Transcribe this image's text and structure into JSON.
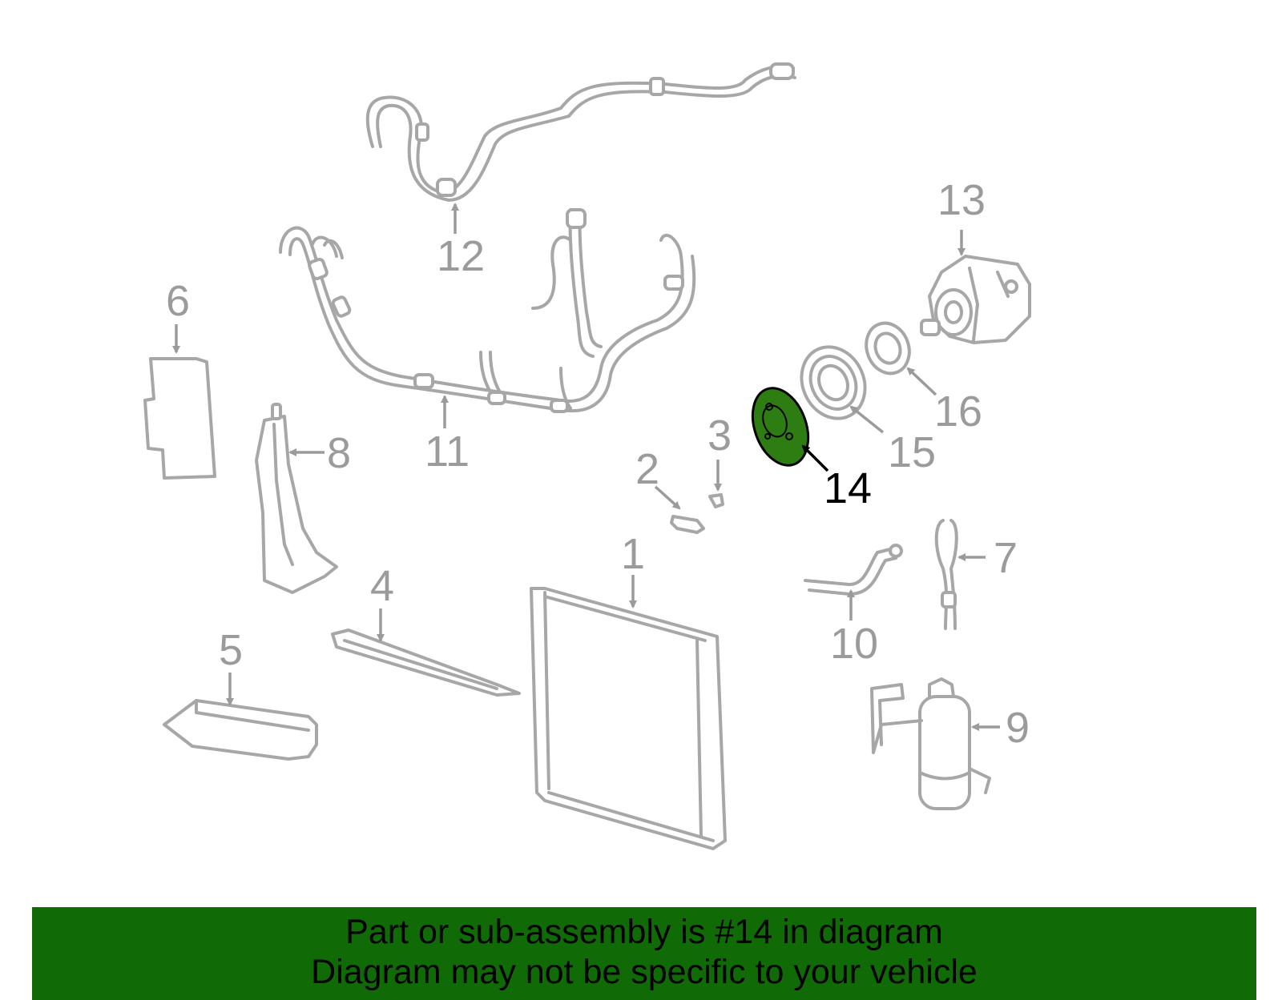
{
  "diagram": {
    "highlight_color": "#2e7d12",
    "callouts": {
      "c1": "1",
      "c2": "2",
      "c3": "3",
      "c4": "4",
      "c5": "5",
      "c6": "6",
      "c7": "7",
      "c8": "8",
      "c9": "9",
      "c10": "10",
      "c11": "11",
      "c12": "12",
      "c13": "13",
      "c14": "14",
      "c15": "15",
      "c16": "16"
    },
    "highlighted_part": "14"
  },
  "banner": {
    "line1": "Part or sub-assembly is #14 in diagram",
    "line2": "Diagram may not be specific to your vehicle",
    "background": "#106b07"
  }
}
